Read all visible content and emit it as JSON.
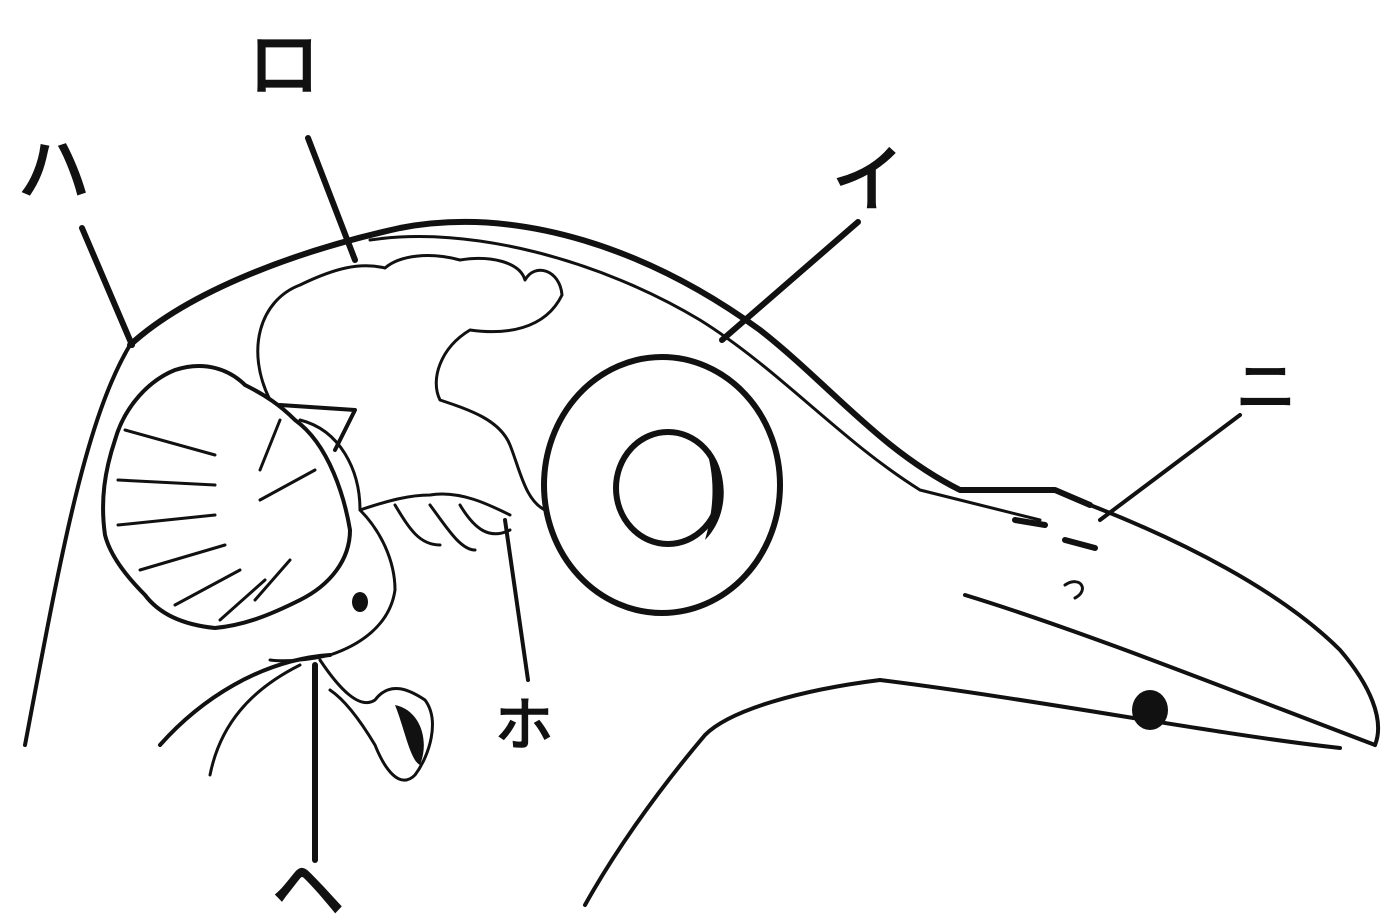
{
  "diagram": {
    "labels": {
      "i": "イ",
      "ro": "ロ",
      "ha": "ハ",
      "ni": "ニ",
      "ho": "ホ",
      "he": "ヘ"
    }
  }
}
